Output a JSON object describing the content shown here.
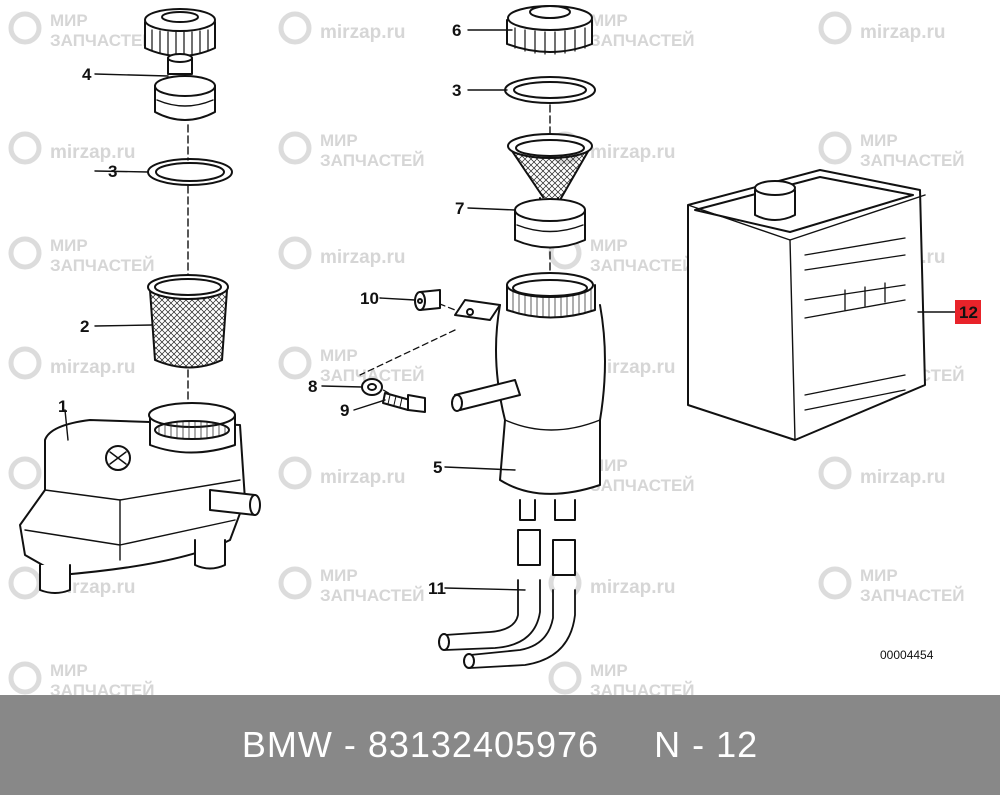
{
  "watermark": {
    "line1": "МИР",
    "line2": "ЗАПЧАСТЕЙ",
    "url": "mirzap.ru"
  },
  "callouts": [
    "1",
    "2",
    "3",
    "4",
    "3",
    "6",
    "7",
    "10",
    "8",
    "9",
    "5",
    "11",
    "12"
  ],
  "highlight_color": "#e8232a",
  "drawing_number": "00004454",
  "footer": {
    "text": "BMW - 83132405976     N - 12",
    "background": "#888888"
  }
}
